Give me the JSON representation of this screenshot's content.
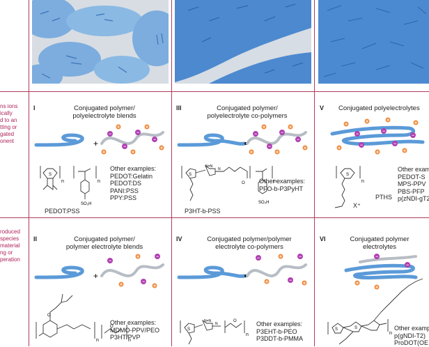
{
  "row_labels": {
    "row1": "ns ions\nically\nd to an\ntting or\ngated\nonent",
    "row2": "roduced\nspecies\nmaterial\nng or\nperation"
  },
  "cells": {
    "I": {
      "num": "I",
      "title": "Conjugated polymer/\npolyelectrolyte blends",
      "examples": "Other examples:\nPEDOT:Gelatin\nPEDOT:DS\nPANI:PSS\nPPY:PSS",
      "label": "PEDOT:PSS"
    },
    "III": {
      "num": "III",
      "title": "Conjugated polymer/\npolyelectrolyte co-polymers",
      "examples": "Other examples:\nPFO-b-P3PyHT",
      "label": "P3HT-b-PSS"
    },
    "V": {
      "num": "V",
      "title": "Conjugated polyelectrolytes",
      "examples": "Other exam\nPEDOT-S\nMPS-PPV\nPBS-PFP\np(zNDI-gT2",
      "label": "PTHS",
      "counter": "X⁺"
    },
    "II": {
      "num": "II",
      "title": "Conjugated polymer/\npolymer electrolyte blends",
      "examples": "Other examples:\nMDMO-PPV/PEO\nP3HT/PVP"
    },
    "IV": {
      "num": "IV",
      "title": "Conjugated polymer/polymer\nelectrolyte co-polymers",
      "examples": "Other examples:\nP3EHT-b-PEO\nP3DDT-b-PMMA"
    },
    "VI": {
      "num": "VI",
      "title": "Conjugated polymer\nelectrolytes",
      "examples": "Other examp\np(gNDI-T2)\nProDOT(OE"
    }
  },
  "chem_text": {
    "n": "n",
    "so3h": "SO₃H",
    "o": "O",
    "s": "S",
    "n_atom": "N",
    "nn": "N=N"
  },
  "charges": {
    "plus": "+",
    "minus": "−"
  },
  "colors": {
    "accent": "#b03a5b",
    "light_blue": "#a8cbe9",
    "mid_blue": "#4f8fd1",
    "dark_blue": "#3e7ec8",
    "orange": "#f08a3c",
    "purple": "#b03fb2",
    "grey": "#b7bdc4",
    "bg_light": "#d5dde6"
  }
}
